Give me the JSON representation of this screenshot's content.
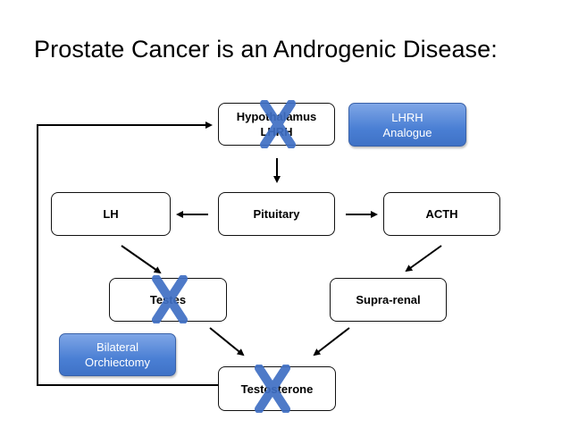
{
  "title": "Prostate Cancer is an Androgenic Disease:",
  "nodes": {
    "hypothalamus": {
      "line1": "Hypothalamus",
      "line2": "LHRH"
    },
    "pituitary": "Pituitary",
    "lh": "LH",
    "acth": "ACTH",
    "testes": "Testes",
    "suprarenal": "Supra-renal",
    "testosterone": "Testosterone"
  },
  "treatments": {
    "lhrh_analogue": {
      "line1": "LHRH",
      "line2": "Analogue"
    },
    "bilateral_orchiectomy": {
      "line1": "Bilateral",
      "line2": "Orchiectomy"
    }
  },
  "colors": {
    "blue_box": "#4a7fd4",
    "cross": "#3f6fc4",
    "box_border": "#111111"
  },
  "blocked_nodes": [
    "hypothalamus",
    "testes",
    "testosterone"
  ]
}
